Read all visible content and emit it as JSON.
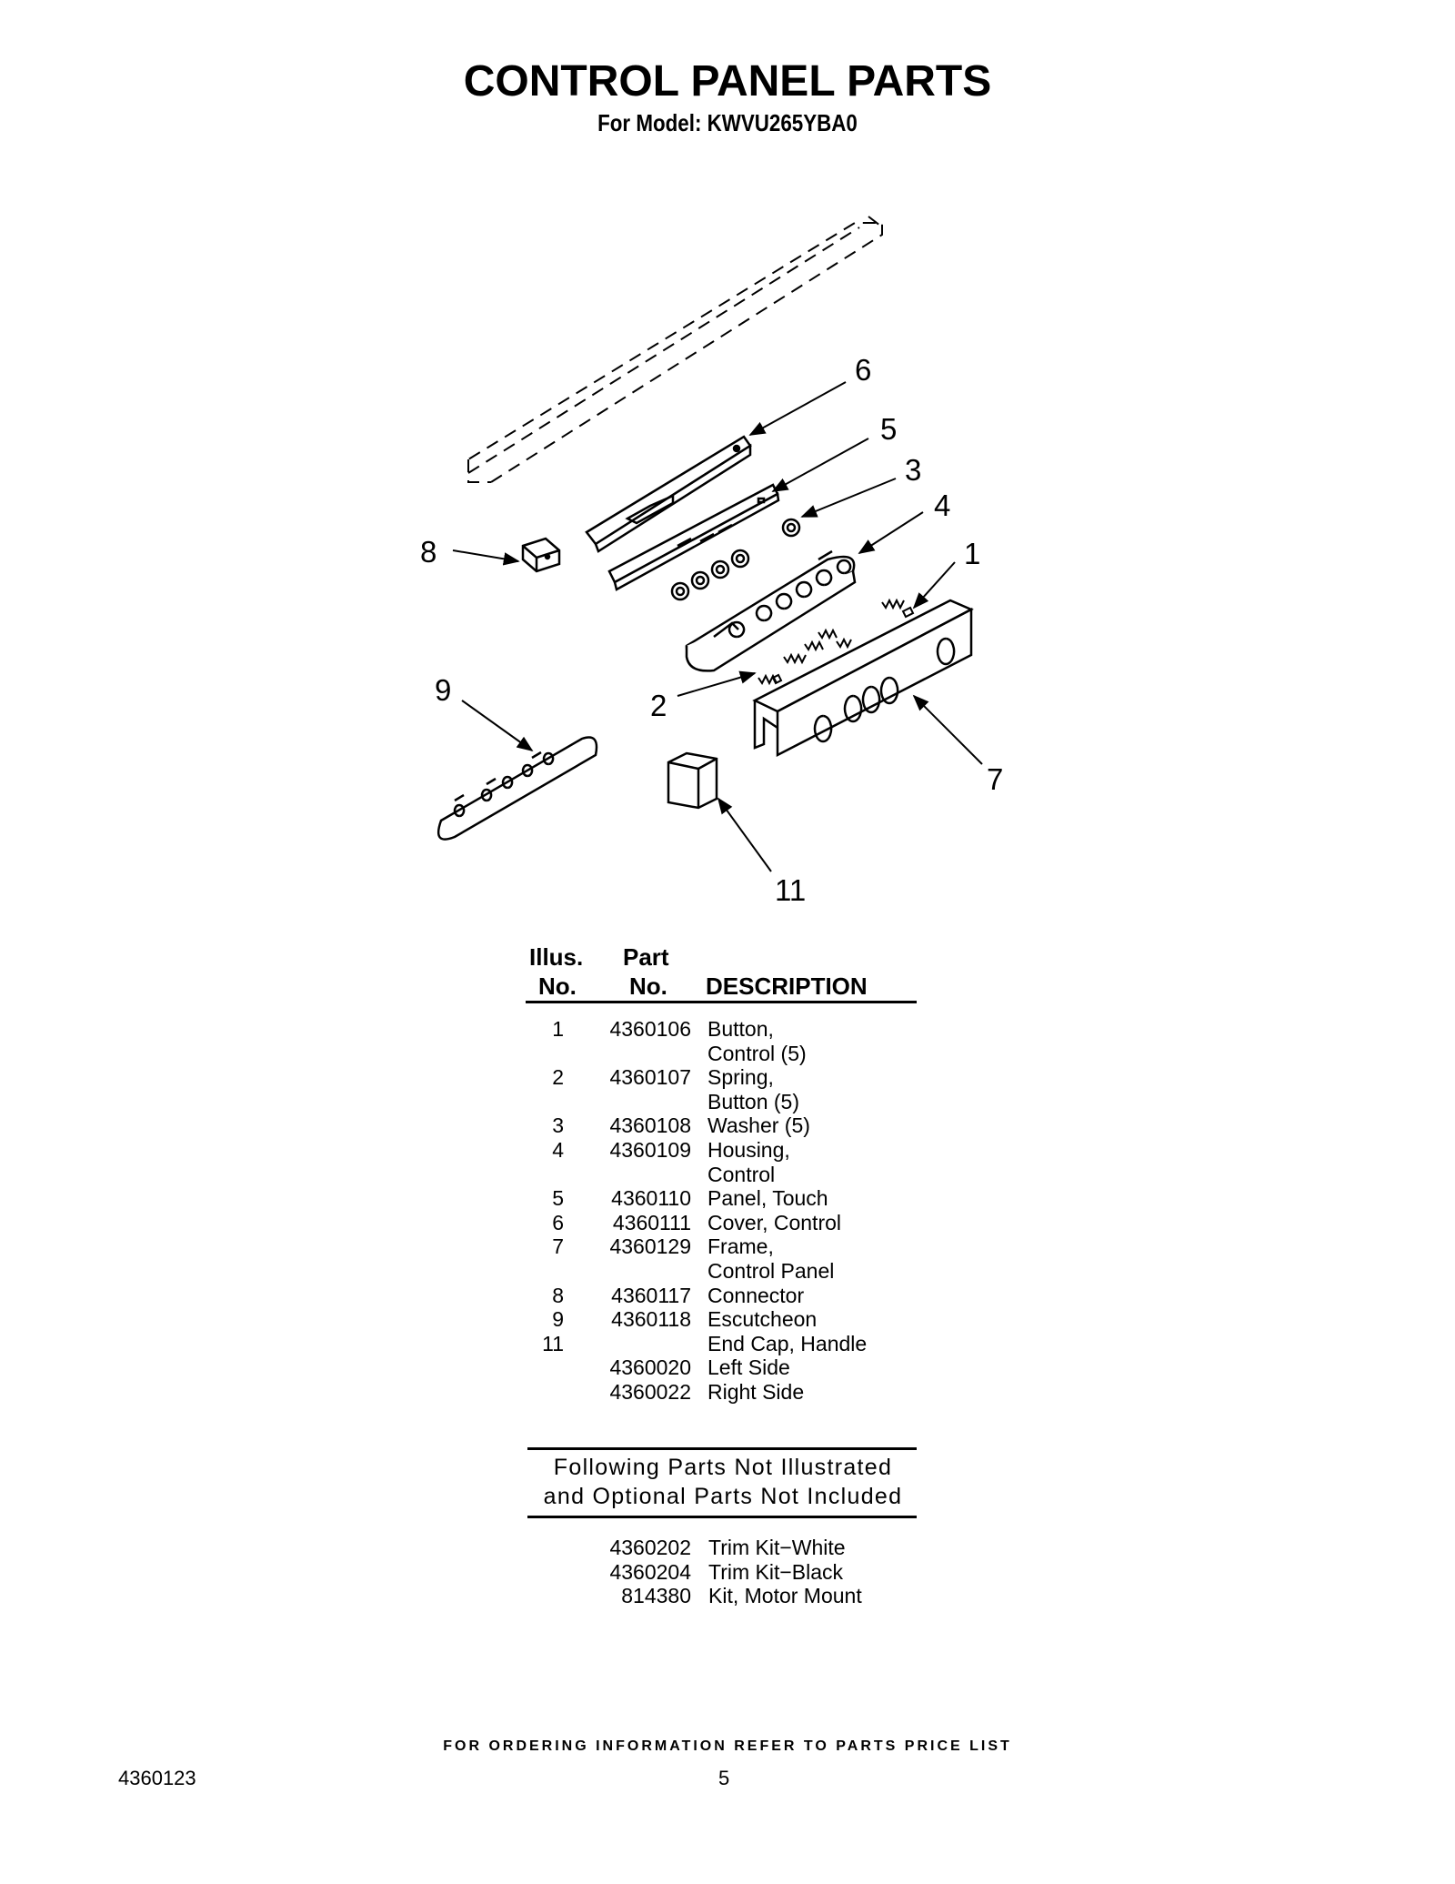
{
  "header": {
    "title": "CONTROL PANEL PARTS",
    "subtitle": "For Model: KWVU265YBA0"
  },
  "diagram": {
    "callouts": [
      "6",
      "5",
      "3",
      "4",
      "8",
      "1",
      "9",
      "2",
      "7",
      "11"
    ]
  },
  "table": {
    "headers": {
      "illus_line1": "Illus.",
      "illus_line2": "No.",
      "part_line1": "Part",
      "part_line2": "No.",
      "description": "DESCRIPTION"
    },
    "rows": [
      {
        "illus": "1",
        "part": "4360106",
        "desc": "Button,"
      },
      {
        "illus": "",
        "part": "",
        "desc": "Control (5)"
      },
      {
        "illus": "2",
        "part": "4360107",
        "desc": "Spring,"
      },
      {
        "illus": "",
        "part": "",
        "desc": "Button (5)"
      },
      {
        "illus": "3",
        "part": "4360108",
        "desc": "Washer (5)"
      },
      {
        "illus": "4",
        "part": "4360109",
        "desc": "Housing,"
      },
      {
        "illus": "",
        "part": "",
        "desc": "Control"
      },
      {
        "illus": "5",
        "part": "4360110",
        "desc": "Panel, Touch"
      },
      {
        "illus": "6",
        "part": "4360111",
        "desc": "Cover, Control"
      },
      {
        "illus": "7",
        "part": "4360129",
        "desc": "Frame,"
      },
      {
        "illus": "",
        "part": "",
        "desc": "Control Panel"
      },
      {
        "illus": "8",
        "part": "4360117",
        "desc": "Connector"
      },
      {
        "illus": "9",
        "part": "4360118",
        "desc": "Escutcheon"
      },
      {
        "illus": "11",
        "part": "",
        "desc": "End Cap, Handle"
      },
      {
        "illus": "",
        "part": "4360020",
        "desc": "Left Side"
      },
      {
        "illus": "",
        "part": "4360022",
        "desc": "Right Side"
      }
    ]
  },
  "not_illustrated": {
    "line1": "Following Parts Not Illustrated",
    "line2": "and Optional Parts Not Included",
    "rows": [
      {
        "part": "4360202",
        "desc": "Trim Kit−White"
      },
      {
        "part": "4360204",
        "desc": "Trim Kit−Black"
      },
      {
        "part": "814380",
        "desc": "Kit, Motor Mount"
      }
    ]
  },
  "footer": {
    "ordering_note": "FOR ORDERING INFORMATION REFER TO PARTS PRICE LIST",
    "doc_number": "4360123",
    "page_number": "5"
  }
}
